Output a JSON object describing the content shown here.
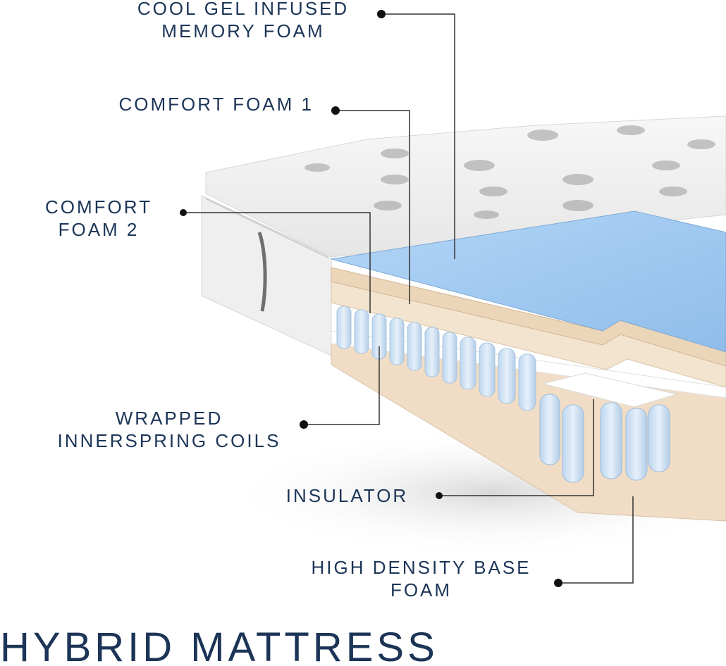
{
  "diagram": {
    "title": "HYBRID MATTRESS",
    "colors": {
      "label_text": "#1c3557",
      "callout_line": "#333333",
      "gel_foam": "#9cc6ee",
      "comfort_foam": "#ecd9c1",
      "insulator": "#ffffff",
      "coils": "#cfe2f5",
      "base_foam": "#f1ddc6",
      "cover": "#f2f2f2"
    },
    "layers": [
      {
        "id": "gel",
        "lines": [
          "COOL GEL INFUSED",
          "MEMORY FOAM"
        ]
      },
      {
        "id": "cf1",
        "lines": [
          "COMFORT FOAM 1"
        ]
      },
      {
        "id": "cf2",
        "lines": [
          "COMFORT",
          "FOAM 2"
        ]
      },
      {
        "id": "coils",
        "lines": [
          "WRAPPED",
          "INNERSPRING COILS"
        ]
      },
      {
        "id": "ins",
        "lines": [
          "INSULATOR"
        ]
      },
      {
        "id": "base",
        "lines": [
          "HIGH DENSITY BASE",
          "FOAM"
        ]
      }
    ]
  }
}
